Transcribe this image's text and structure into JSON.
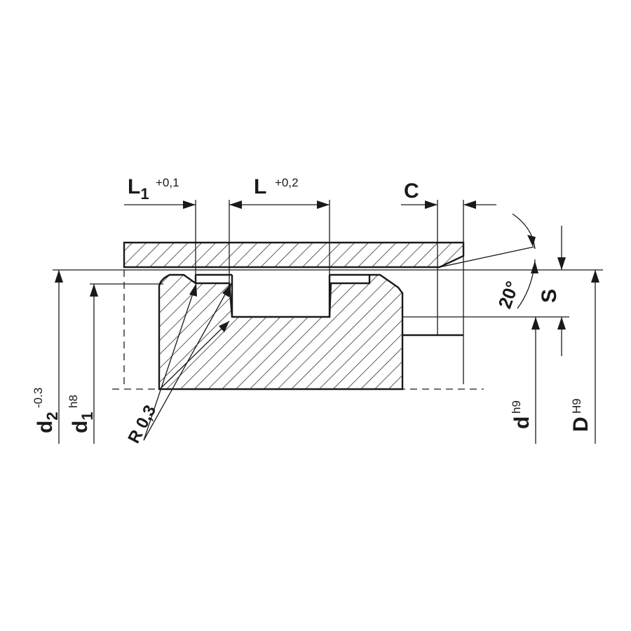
{
  "dimensions": {
    "L1": {
      "main": "L",
      "sub": "1",
      "tol": "+0,1"
    },
    "L": {
      "main": "L",
      "tol": "+0,2"
    },
    "C": {
      "main": "C"
    },
    "angle": {
      "main": "20°"
    },
    "S": {
      "main": "S"
    },
    "radius": {
      "main": "R 0,3"
    },
    "d2": {
      "main": "d",
      "sub": "2",
      "tol": "-0.3"
    },
    "d1": {
      "main": "d",
      "sub": "1",
      "tol": "h8"
    },
    "d": {
      "main": "d",
      "tol": "h9"
    },
    "D": {
      "main": "D",
      "tol": "H9"
    }
  }
}
